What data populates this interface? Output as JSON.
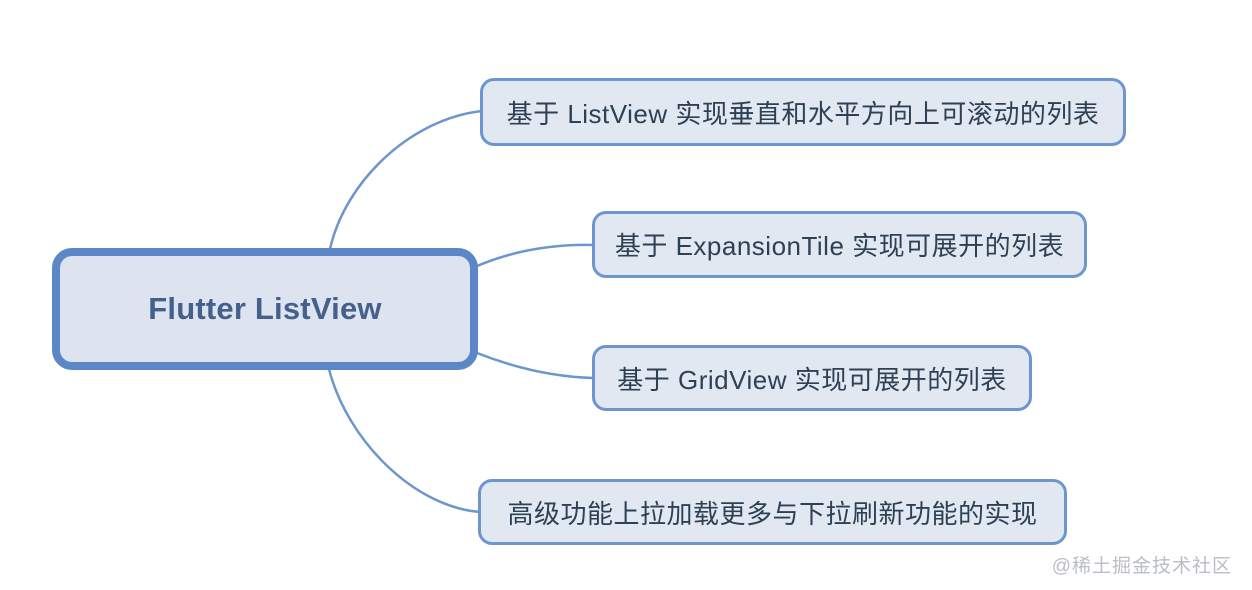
{
  "mindmap": {
    "root": {
      "label": "Flutter ListView"
    },
    "branches": [
      {
        "label": "基于 ListView 实现垂直和水平方向上可滚动的列表"
      },
      {
        "label": "基于 ExpansionTile 实现可展开的列表"
      },
      {
        "label": "基于 GridView 实现可展开的列表"
      },
      {
        "label": "高级功能上拉加载更多与下拉刷新功能的实现"
      }
    ]
  },
  "watermark": {
    "text": "@稀土掘金技术社区"
  },
  "colors": {
    "canvas_bg": "#ffffff",
    "node_fill": "#e2e8f1",
    "node_border": "#6d96cd",
    "node_text": "#2e4054",
    "root_fill": "#dde4ef",
    "root_border": "#5b87c7",
    "root_text": "#44608c",
    "connector": "#6d96cd",
    "watermark": "#b9bdc4"
  }
}
